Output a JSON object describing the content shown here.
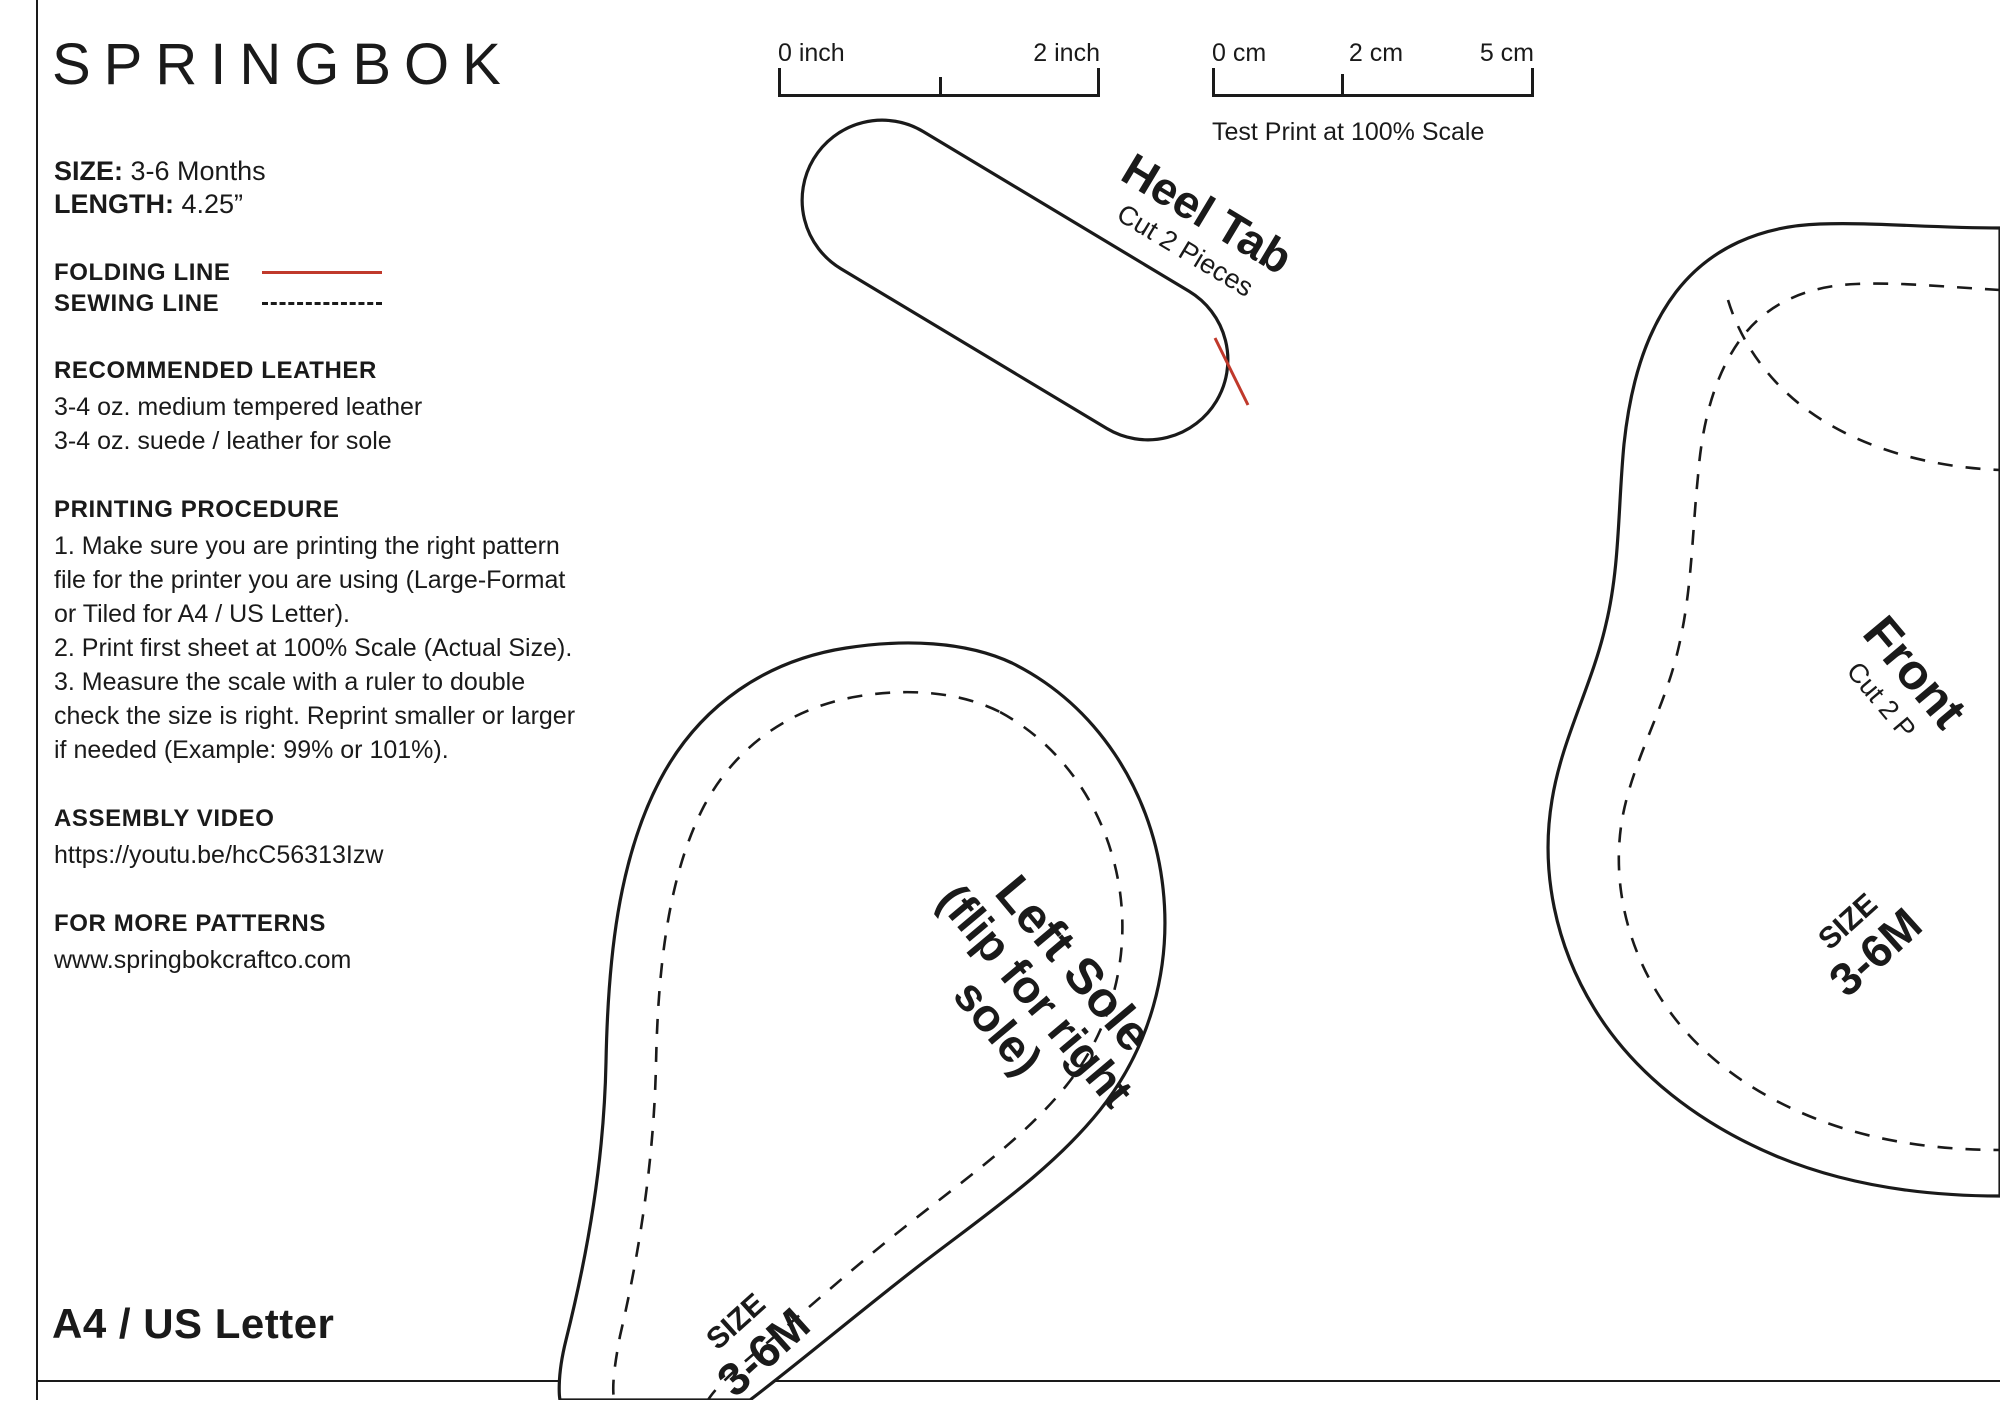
{
  "brand": "SPRINGBOK",
  "specs": {
    "size_label": "SIZE:",
    "size_value": " 3-6 Months",
    "length_label": "LENGTH:",
    "length_value": " 4.25”"
  },
  "legend": {
    "folding_line": "FOLDING LINE",
    "sewing_line": "SEWING LINE",
    "folding_color": "#c0392b",
    "sewing_color": "#1a1a1a"
  },
  "leather": {
    "title": "RECOMMENDED LEATHER",
    "line1": "3-4 oz. medium tempered leather",
    "line2": "3-4 oz. suede / leather for sole"
  },
  "printing": {
    "title": "PRINTING PROCEDURE",
    "line1": "1. Make sure you are printing the right pattern",
    "line2": "file for the printer you are using (Large-Format",
    "line3": "or Tiled for A4 / US Letter).",
    "line4": "2. Print first sheet at 100% Scale (Actual Size).",
    "line5": "3. Measure the scale with a ruler to double",
    "line6": "check the size is right. Reprint smaller or larger",
    "line7": "if needed (Example: 99% or 101%)."
  },
  "assembly": {
    "title": "ASSEMBLY VIDEO",
    "url": "https://youtu.be/hcC56313Izw"
  },
  "more_patterns": {
    "title": "FOR MORE PATTERNS",
    "url": "www.springbokcraftco.com"
  },
  "sheet_format": "A4 / US Letter",
  "rulers": {
    "inch": {
      "start": "0 inch",
      "end": "2 inch"
    },
    "cm": {
      "start": "0 cm",
      "mid": "2 cm",
      "end": "5 cm"
    },
    "note": "Test Print at 100% Scale"
  },
  "pieces": {
    "heel_tab": {
      "name": "Heel Tab",
      "cut": "Cut 2 Pieces"
    },
    "left_sole": {
      "name": "Left Sole",
      "sub": "(flip for right\nsole)",
      "size_word": "SIZE",
      "size_value": "3-6M"
    },
    "front": {
      "name": "Front",
      "cut": "Cut 2 P",
      "size_word": "SIZE",
      "size_value": "3-6M"
    }
  }
}
